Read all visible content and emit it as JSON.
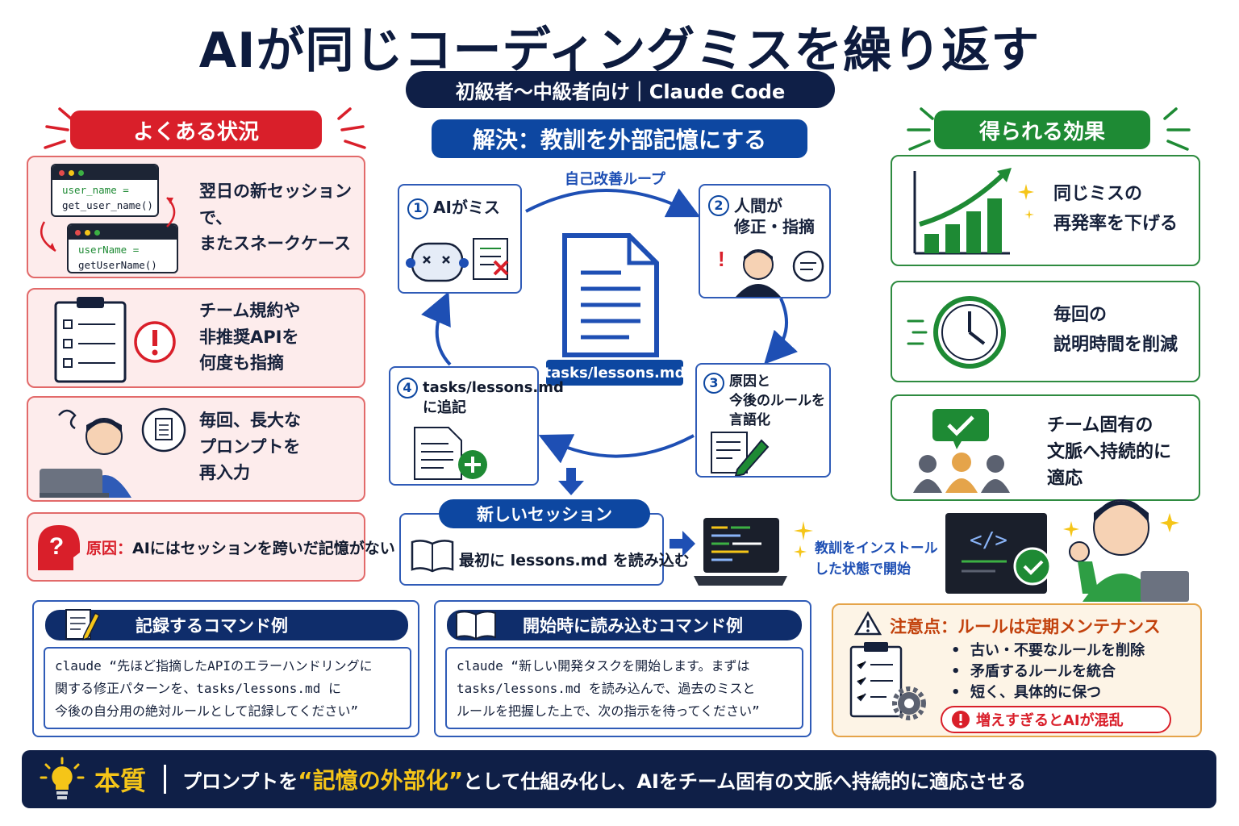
{
  "header": {
    "title": "AIが同じコーディングミスを繰り返す",
    "subtitle": "初級者～中級者向け｜Claude Code"
  },
  "left": {
    "heading": "よくある状況",
    "card1": {
      "code_before": [
        "user_name =",
        "get_user_name()"
      ],
      "code_after": [
        "userName =",
        "getUserName()"
      ],
      "lines": [
        "翌日の新セッションで、",
        "またスネークケース"
      ]
    },
    "card2": {
      "lines": [
        "チーム規約や",
        "非推奨APIを",
        "何度も指摘"
      ]
    },
    "card3": {
      "lines": [
        "毎回、長大な",
        "プロンプトを",
        "再入力"
      ]
    },
    "cause": {
      "label": "原因：",
      "text": "AIにはセッションを跨いだ記憶がない",
      "icon": "?"
    }
  },
  "center": {
    "heading": "解決：教訓を外部記憶にする",
    "loop_label": "自己改善ループ",
    "file_label": "tasks/lessons.md",
    "steps": [
      {
        "num": "1",
        "lines": [
          "AIがミス"
        ]
      },
      {
        "num": "2",
        "lines": [
          "人間が",
          "修正・指摘"
        ]
      },
      {
        "num": "3",
        "lines": [
          "原因と",
          "今後のルールを",
          "言語化"
        ]
      },
      {
        "num": "4",
        "lines": [
          "tasks/lessons.md",
          "に追記"
        ]
      }
    ],
    "session": {
      "heading": "新しいセッション",
      "text": "最初に lessons.md を読み込む"
    },
    "install_note": [
      "教訓をインストール",
      "した状態で開始"
    ]
  },
  "right": {
    "heading": "得られる効果",
    "cards": [
      {
        "lines": [
          "同じミスの",
          "再発率を下げる"
        ]
      },
      {
        "lines": [
          "毎回の",
          "説明時間を削減"
        ]
      },
      {
        "lines": [
          "チーム固有の",
          "文脈へ持続的に",
          "適応"
        ]
      }
    ]
  },
  "commands": {
    "record": {
      "heading": "記録するコマンド例",
      "lines": [
        "claude “先ほど指摘したAPIのエラーハンドリングに",
        "関する修正パターンを、tasks/lessons.md に",
        "今後の自分用の絶対ルールとして記録してください”"
      ]
    },
    "load": {
      "heading": "開始時に読み込むコマンド例",
      "lines": [
        "claude “新しい開発タスクを開始します。まずは",
        "tasks/lessons.md を読み込んで、過去のミスと",
        "ルールを把握した上で、次の指示を待ってください”"
      ]
    }
  },
  "caution": {
    "title": "注意点：ルールは定期メンテナンス",
    "bullets": [
      "古い・不要なルールを削除",
      "矛盾するルールを統合",
      "短く、具体的に保つ"
    ],
    "warning": "増えすぎるとAIが混乱"
  },
  "banner": {
    "label": "本質",
    "text_before": "プロンプトを",
    "highlight": "“記憶の外部化”",
    "text_after": "として仕組み化し、AIをチーム固有の文脈へ持続的に適応させる"
  },
  "colors": {
    "navy": "#0f1f47",
    "red": "#d91f2a",
    "blue": "#0d47a1",
    "green": "#1e8a34",
    "gold": "#f5c518",
    "orange": "#e5a44a"
  }
}
